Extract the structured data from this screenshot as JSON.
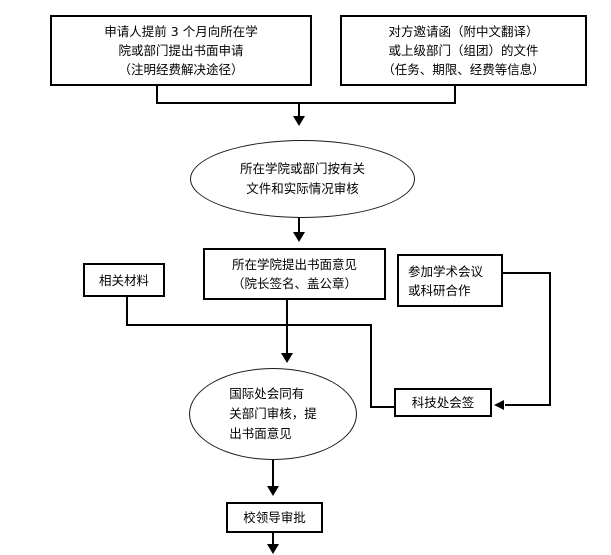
{
  "diagram": {
    "type": "flowchart",
    "colors": {
      "line": "#000000",
      "text": "#000000",
      "background": "#ffffff"
    },
    "nodes": {
      "applicant_request": {
        "shape": "rect",
        "lines": [
          "申请人提前 3 个月向所在学",
          "院或部门提出书面申请",
          "（注明经费解决途径）"
        ]
      },
      "invitation_documents": {
        "shape": "rect",
        "lines": [
          "对方邀请函（附中文翻译）",
          "或上级部门（组团）的文件",
          "（任务、期限、经费等信息）"
        ]
      },
      "college_review": {
        "shape": "ellipse",
        "lines": [
          "所在学院或部门按有关",
          "文件和实际情况审核"
        ]
      },
      "related_materials": {
        "shape": "rect",
        "lines": [
          "相关材料"
        ]
      },
      "college_opinion": {
        "shape": "rect",
        "lines": [
          "所在学院提出书面意见",
          "（院长签名、盖公章）"
        ]
      },
      "academic_purpose": {
        "shape": "rect",
        "lines": [
          "参加学术会议",
          "或科研合作"
        ]
      },
      "scitech_countersign": {
        "shape": "rect",
        "lines": [
          "科技处会签"
        ]
      },
      "intl_office_review": {
        "shape": "ellipse",
        "lines": [
          "国际处会同有",
          "关部门审核，提",
          "出书面意见"
        ]
      },
      "leader_approval": {
        "shape": "rect",
        "lines": [
          "校领导审批"
        ]
      }
    },
    "edges": [
      {
        "from": "applicant_request",
        "to": "college_review",
        "arrow": true
      },
      {
        "from": "invitation_documents",
        "to": "college_review",
        "arrow": true
      },
      {
        "from": "college_review",
        "to": "college_opinion",
        "arrow": true
      },
      {
        "from": "college_opinion",
        "to": "intl_office_review",
        "arrow": true
      },
      {
        "from": "related_materials",
        "to": "intl_office_review",
        "arrow": true
      },
      {
        "from": "academic_purpose",
        "to": "scitech_countersign",
        "arrow": true
      },
      {
        "from": "scitech_countersign",
        "to": "intl_office_review",
        "arrow": true
      },
      {
        "from": "intl_office_review",
        "to": "leader_approval",
        "arrow": true
      },
      {
        "from": "leader_approval",
        "to": "offpage_continuation",
        "arrow": true
      }
    ]
  }
}
